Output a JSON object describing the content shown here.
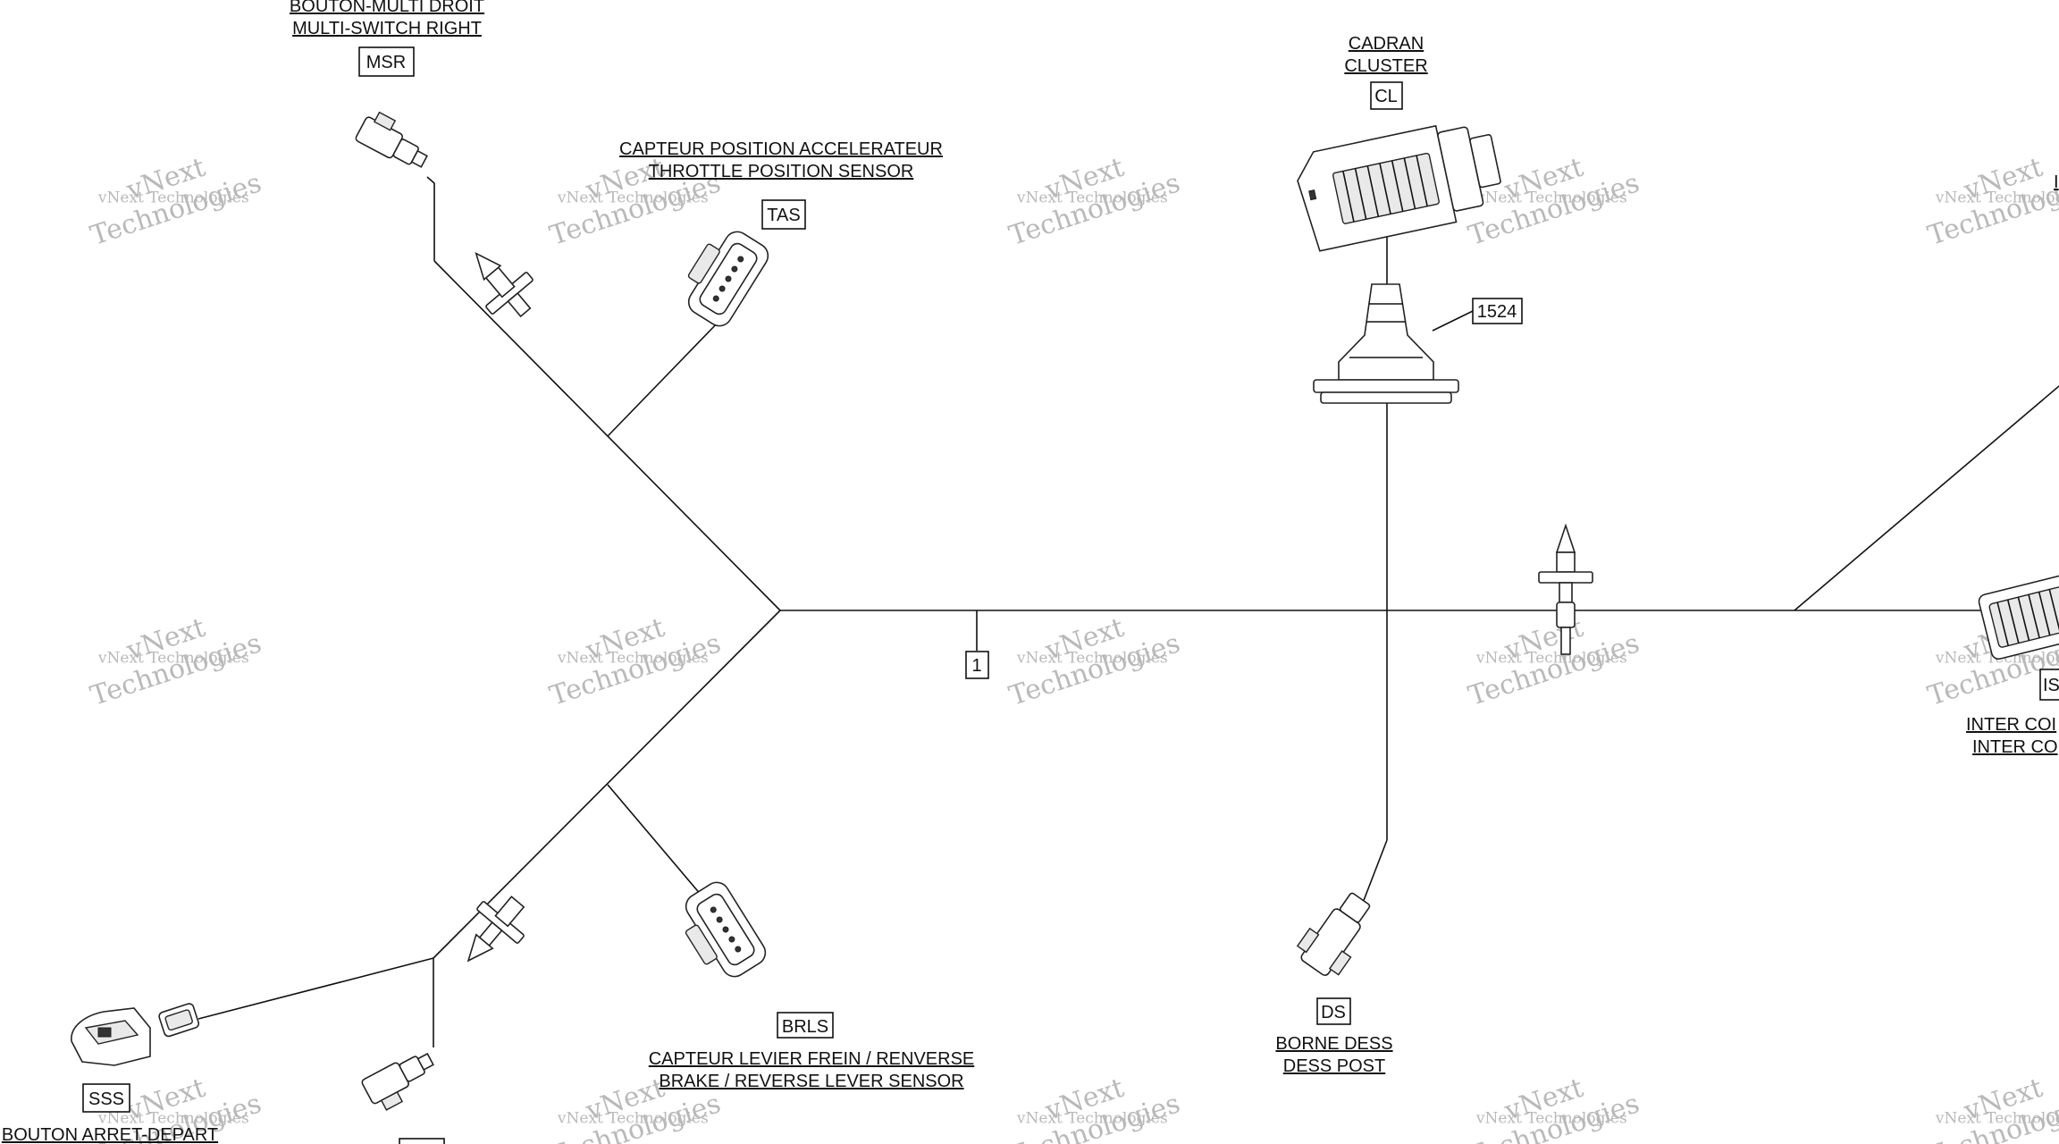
{
  "watermark": {
    "line1": "vNext",
    "line2": "Technologies",
    "small": "vNext Technologies"
  },
  "connectors": {
    "msr": {
      "fr": "BOUTON-MULTI DROIT",
      "en": "MULTI-SWITCH RIGHT",
      "code": "MSR"
    },
    "tas": {
      "fr": "CAPTEUR POSITION ACCELERATEUR",
      "en": "THROTTLE POSITION SENSOR",
      "code": "TAS"
    },
    "cl": {
      "fr": "CADRAN",
      "en": "CLUSTER",
      "code": "CL"
    },
    "brls": {
      "fr": "CAPTEUR LEVIER FREIN / RENVERSE",
      "en": "BRAKE / REVERSE LEVER SENSOR",
      "code": "BRLS"
    },
    "ds": {
      "fr": "BORNE DESS",
      "en": "DESS POST",
      "code": "DS"
    },
    "sss": {
      "fr": "BOUTON ARRET-DEPART",
      "code": "SSS"
    },
    "ic": {
      "fr": "INTER COI",
      "en": "INTER CO",
      "code": "IS"
    },
    "right_top": {
      "partial": "I"
    }
  },
  "tags": {
    "harness": "1",
    "grommet": "1524"
  }
}
